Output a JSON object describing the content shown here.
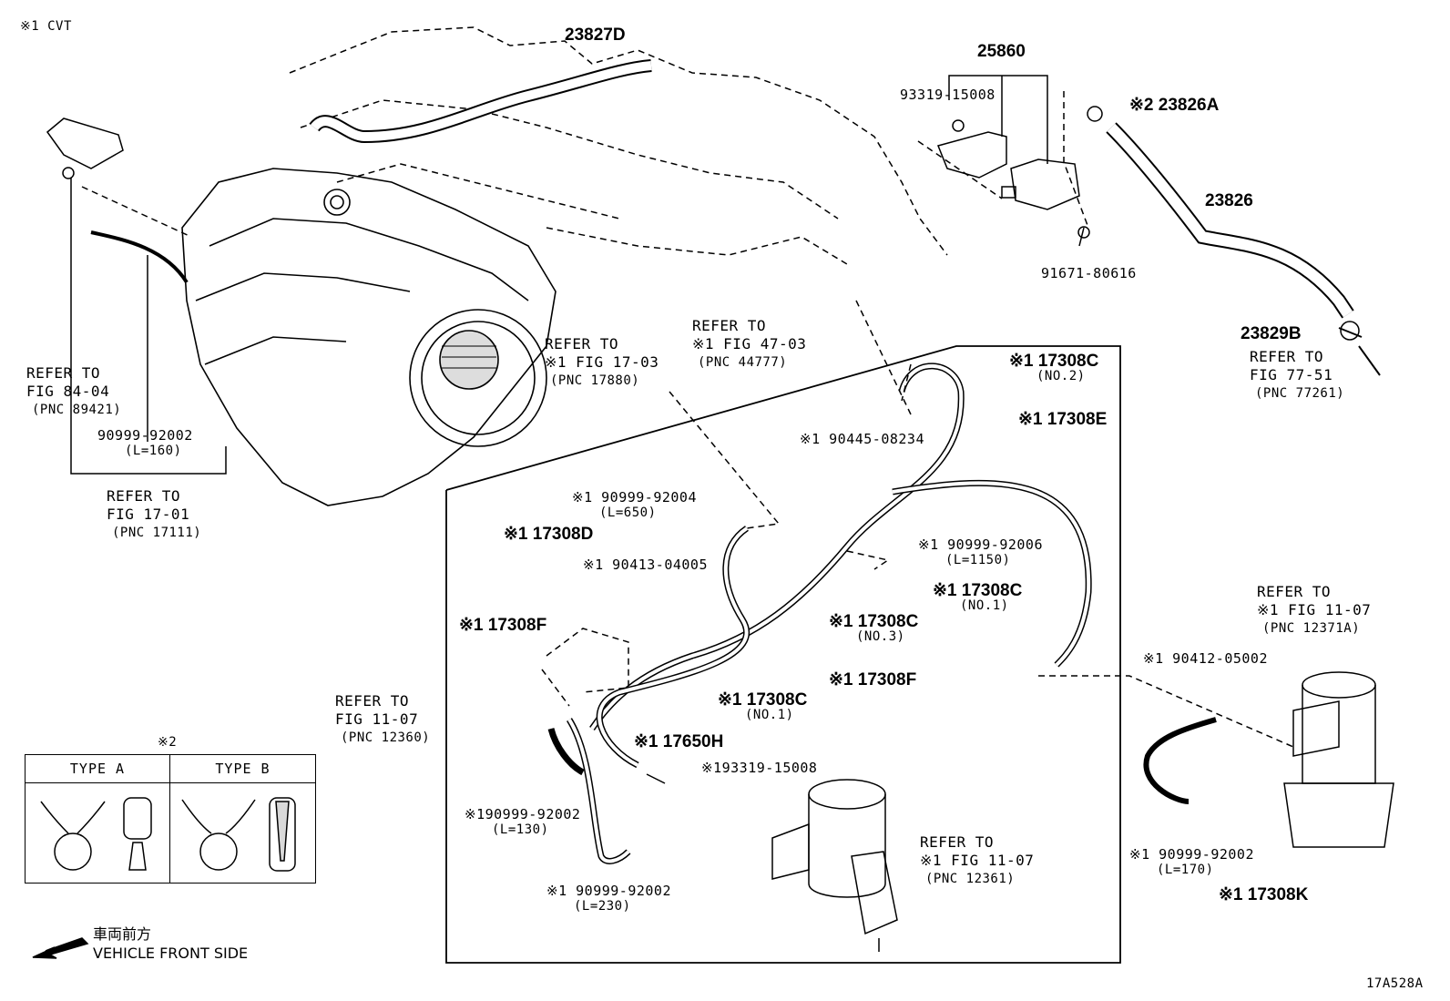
{
  "header": {
    "note": "※1 CVT"
  },
  "figure_id": "17A528A",
  "front": {
    "kanji": "車両前方",
    "text": "VEHICLE FRONT SIDE"
  },
  "legend": {
    "mark": "※2",
    "type_a": "TYPE A",
    "type_b": "TYPE B"
  },
  "callouts": [
    {
      "id": "c1",
      "lines": [
        "23827D"
      ],
      "kind": "pn"
    },
    {
      "id": "c2",
      "lines": [
        "25860"
      ],
      "kind": "pn"
    },
    {
      "id": "c3",
      "lines": [
        "93319-15008"
      ],
      "kind": "num"
    },
    {
      "id": "c4",
      "lines": [
        "※2 23826A"
      ],
      "kind": "pn"
    },
    {
      "id": "c5",
      "lines": [
        "23826"
      ],
      "kind": "pn"
    },
    {
      "id": "c6",
      "lines": [
        "91671-80616"
      ],
      "kind": "num"
    },
    {
      "id": "c7",
      "lines": [
        "23829B"
      ],
      "kind": "pn"
    },
    {
      "id": "c8",
      "lines": [
        "REFER TO",
        "FIG 77-51",
        "(PNC 77261)"
      ],
      "kind": "ref"
    },
    {
      "id": "c9",
      "lines": [
        "REFER TO",
        "FIG 84-04",
        "(PNC 89421)"
      ],
      "kind": "ref"
    },
    {
      "id": "c10",
      "lines": [
        "90999-92002",
        "(L=160)"
      ],
      "kind": "num"
    },
    {
      "id": "c11",
      "lines": [
        "REFER TO",
        "FIG 17-01",
        "(PNC 17111)"
      ],
      "kind": "ref"
    },
    {
      "id": "c12",
      "lines": [
        "REFER TO",
        "※1 FIG 17-03",
        "(PNC 17880)"
      ],
      "kind": "ref"
    },
    {
      "id": "c13",
      "lines": [
        "REFER TO",
        "※1 FIG 47-03",
        "(PNC 44777)"
      ],
      "kind": "ref"
    },
    {
      "id": "c14",
      "lines": [
        "※1 17308C",
        "(NO.2)"
      ],
      "kind": "pn"
    },
    {
      "id": "c15",
      "lines": [
        "※1 17308E"
      ],
      "kind": "pn"
    },
    {
      "id": "c16",
      "lines": [
        "※1 90445-08234"
      ],
      "kind": "num"
    },
    {
      "id": "c17",
      "lines": [
        "※1 90999-92004",
        "(L=650)"
      ],
      "kind": "num"
    },
    {
      "id": "c18",
      "lines": [
        "※1 17308D"
      ],
      "kind": "pn"
    },
    {
      "id": "c19",
      "lines": [
        "※1 90413-04005"
      ],
      "kind": "num"
    },
    {
      "id": "c20",
      "lines": [
        "※1 90999-92006",
        "(L=1150)"
      ],
      "kind": "num"
    },
    {
      "id": "c21",
      "lines": [
        "※1 17308F"
      ],
      "kind": "pn"
    },
    {
      "id": "c22",
      "lines": [
        "※1 17308C",
        "(NO.1)"
      ],
      "kind": "pn"
    },
    {
      "id": "c23",
      "lines": [
        "※1 17308C",
        "(NO.3)"
      ],
      "kind": "pn"
    },
    {
      "id": "c24",
      "lines": [
        "※1 17308F"
      ],
      "kind": "pn"
    },
    {
      "id": "c25",
      "lines": [
        "※1 17308C",
        "(NO.1)"
      ],
      "kind": "pn"
    },
    {
      "id": "c26",
      "lines": [
        "REFER TO",
        "FIG 11-07",
        "(PNC 12360)"
      ],
      "kind": "ref"
    },
    {
      "id": "c27",
      "lines": [
        "※1 17650H"
      ],
      "kind": "pn"
    },
    {
      "id": "c28",
      "lines": [
        "※193319-15008"
      ],
      "kind": "num"
    },
    {
      "id": "c29",
      "lines": [
        "※190999-92002",
        "(L=130)"
      ],
      "kind": "num"
    },
    {
      "id": "c30",
      "lines": [
        "※1 90999-92002",
        "(L=230)"
      ],
      "kind": "num"
    },
    {
      "id": "c31",
      "lines": [
        "REFER TO",
        "※1 FIG 11-07",
        "(PNC 12361)"
      ],
      "kind": "ref"
    },
    {
      "id": "c32",
      "lines": [
        "REFER TO",
        "※1 FIG 11-07",
        "(PNC 12371A)"
      ],
      "kind": "ref"
    },
    {
      "id": "c33",
      "lines": [
        "※1 90412-05002"
      ],
      "kind": "num"
    },
    {
      "id": "c34",
      "lines": [
        "※1 90999-92002",
        "(L=170)"
      ],
      "kind": "num"
    },
    {
      "id": "c35",
      "lines": [
        "※1 17308K"
      ],
      "kind": "pn"
    }
  ]
}
